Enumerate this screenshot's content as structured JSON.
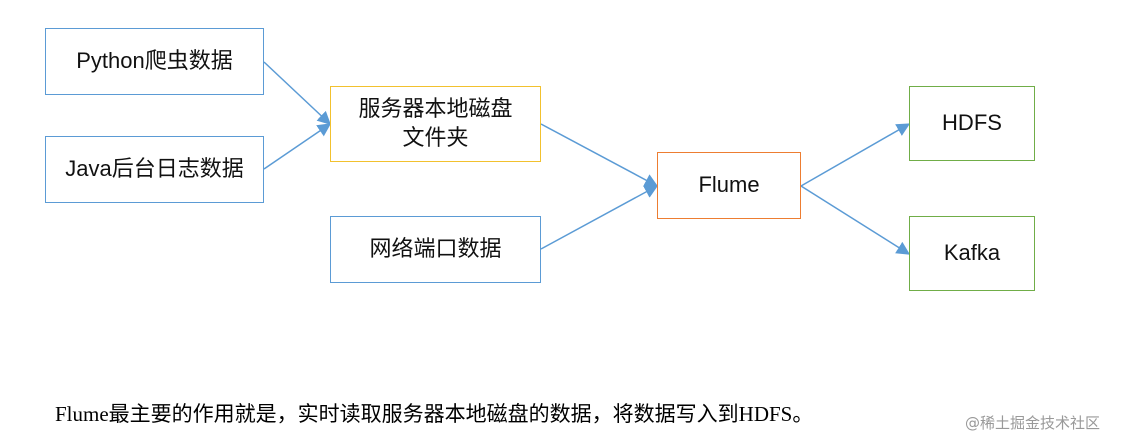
{
  "diagram": {
    "nodes": {
      "python": "Python爬虫数据",
      "java": "Java后台日志数据",
      "disk_line1": "服务器本地磁盘",
      "disk_line2": "文件夹",
      "net": "网络端口数据",
      "flume": "Flume",
      "hdfs": "HDFS",
      "kafka": "Kafka"
    },
    "edges": [
      {
        "from": "python",
        "to": "disk"
      },
      {
        "from": "java",
        "to": "disk"
      },
      {
        "from": "disk",
        "to": "flume"
      },
      {
        "from": "net",
        "to": "flume"
      },
      {
        "from": "flume",
        "to": "hdfs"
      },
      {
        "from": "flume",
        "to": "kafka"
      }
    ],
    "colors": {
      "source_border": "#5b9bd5",
      "disk_border": "#f2c12e",
      "flume_border": "#ed7d31",
      "sink_border": "#70ad47",
      "arrow": "#5b9bd5"
    }
  },
  "caption": "Flume最主要的作用就是，实时读取服务器本地磁盘的数据，将数据写入到HDFS。",
  "watermark": "@稀土掘金技术社区"
}
